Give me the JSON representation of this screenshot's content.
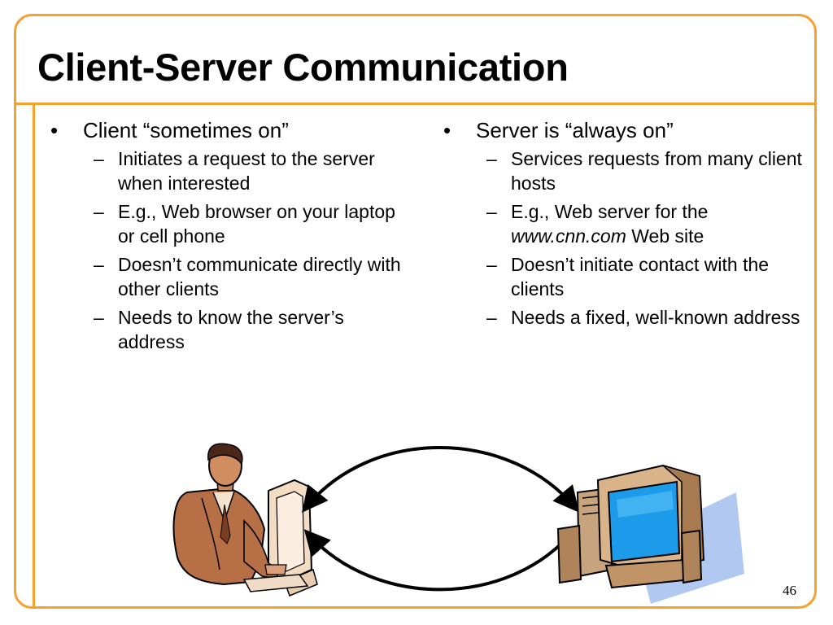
{
  "slide": {
    "title": "Client-Server Communication",
    "page_number": "46"
  },
  "left_column": {
    "bullet_mark": "•",
    "heading": "Client “sometimes on”",
    "dash": "–",
    "items": [
      "Initiates a request to the server when interested",
      "E.g., Web browser on your laptop or cell phone",
      "Doesn’t communicate directly with other clients",
      "Needs to know the server’s address"
    ]
  },
  "right_column": {
    "bullet_mark": "•",
    "heading": "Server is “always on”",
    "dash": "–",
    "items": [
      "Services requests from many client hosts",
      "Doesn’t initiate contact with the clients",
      "Needs a fixed, well-known address"
    ],
    "web_server_item": {
      "prefix": "E.g., Web server for the",
      "url": "www.cnn.com",
      "suffix": " Web site"
    }
  },
  "illustration": {
    "client_icon": "person-at-computer-clipart",
    "server_icon": "computer-server-clipart",
    "arrow_icon": "curved-bidirectional-arrows"
  }
}
